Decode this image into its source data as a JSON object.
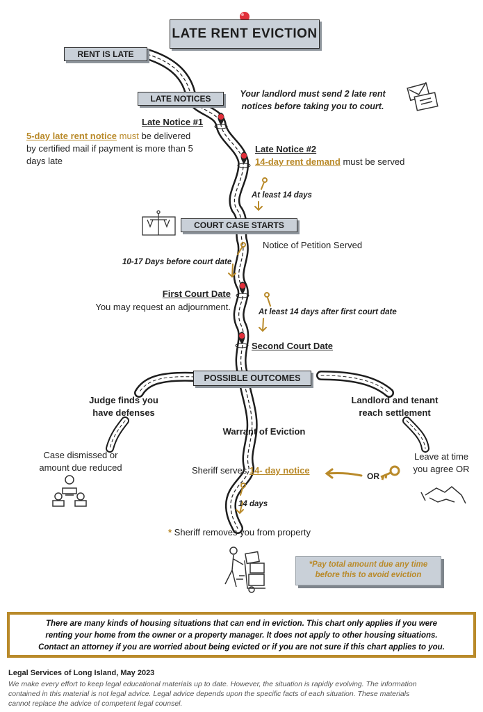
{
  "title": "LATE RENT EVICTION",
  "steps": {
    "rent_is_late": "RENT IS LATE",
    "late_notices": "LATE NOTICES",
    "court_case_starts": "COURT CASE STARTS",
    "possible_outcomes": "POSSIBLE OUTCOMES"
  },
  "late_notices_note": [
    "Your landlord must send 2 late rent",
    "notices before taking you to court."
  ],
  "notice1": {
    "heading": "Late Notice #1",
    "link": "5-day late rent notice",
    "must": "must",
    "rest_line1": " be delivered",
    "line2": "by certified mail if payment is more than 5",
    "line3": "days late"
  },
  "notice2": {
    "heading": "Late Notice #2",
    "link": "14-day rent demand",
    "rest": " must be served"
  },
  "timing": {
    "at_least_14": "At least 14 days",
    "days_10_17": "10-17 Days before court date",
    "after_first": "At least 14 days after first court date",
    "days_14": "14 days"
  },
  "petition": "Notice of Petition Served",
  "first_court": {
    "heading": "First Court Date",
    "text": "You may request an adjournment."
  },
  "second_court": "Second Court Date",
  "outcomes": {
    "defenses": [
      "Judge finds you",
      "have defenses"
    ],
    "dismissed": [
      "Case dismissed or",
      "amount due reduced"
    ],
    "warrant": "Warrant of Eviction",
    "sheriff_prefix": "Sheriff serves ",
    "sheriff_link": "14- day notice",
    "settlement": [
      "Landlord and tenant",
      "reach settlement"
    ],
    "leave": [
      "Leave at time",
      "you agree OR"
    ],
    "or": "OR",
    "asterisk": "*",
    "removes": " Sheriff removes you from property"
  },
  "pay_note": [
    "*Pay total amount due any time",
    "before this to avoid eviction"
  ],
  "disclaimer": [
    "There are many kinds of housing situations that can end in eviction. This chart only applies if you were",
    "renting your home from the owner or a property manager. It does not apply to other housing situations.",
    "Contact an attorney if you are worried about being evicted or if you are not sure if this chart applies to you."
  ],
  "footer": {
    "title": "Legal Services of Long Island, May 2023",
    "lines": [
      "We make every effort to keep legal educational materials up to date. However, the situation is rapidly evolving. The information",
      "contained in this material is not legal advice. Legal advice depends upon the specific facts of each situation. These materials",
      "cannot replace the advice of competent legal counsel."
    ]
  },
  "colors": {
    "gold": "#b98a2a",
    "box": "#c9d0d8",
    "pin": "#e0303b",
    "road": "#222222"
  },
  "icons": [
    "pin-icon",
    "envelope-icon",
    "scales-icon",
    "key-icon",
    "handshake-icon",
    "people-meeting-icon",
    "hand-truck-icon"
  ]
}
